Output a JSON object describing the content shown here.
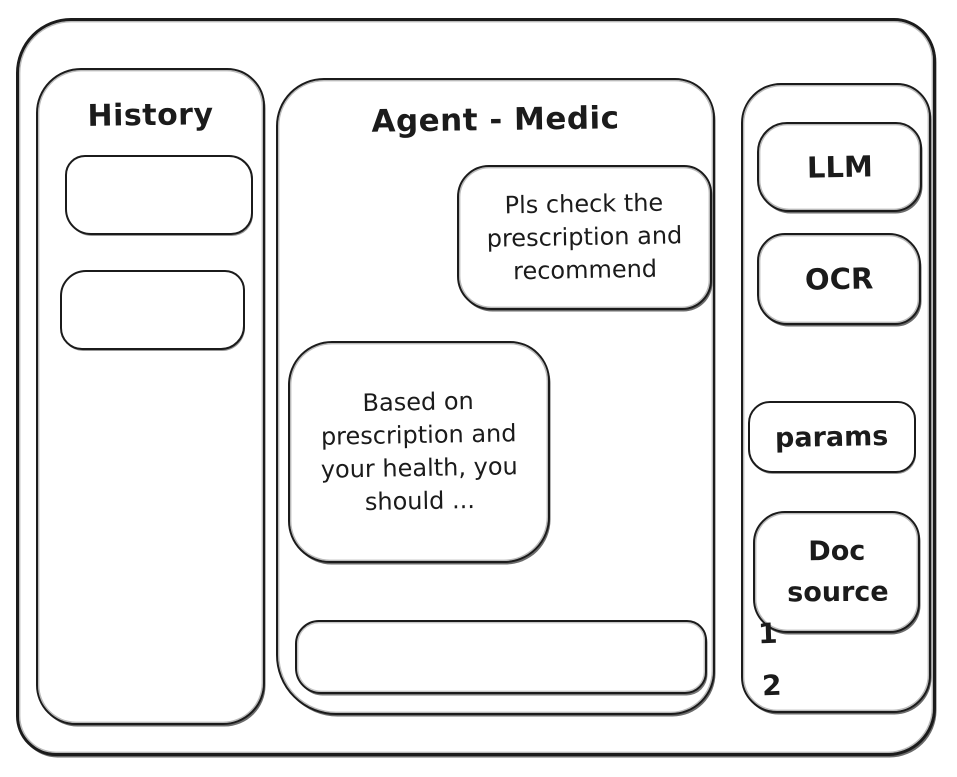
{
  "history_panel": {
    "title": "History",
    "items": [
      {
        "label": ""
      },
      {
        "label": ""
      }
    ]
  },
  "chat_panel": {
    "title": "Agent - Medic",
    "messages": [
      {
        "role": "user",
        "text": "Pls check the prescription and recommend"
      },
      {
        "role": "assistant",
        "text": "Based on prescription and your health, you should ..."
      }
    ],
    "input": {
      "value": "",
      "placeholder": ""
    }
  },
  "tools_panel": {
    "llm_label": "LLM",
    "ocr_label": "OCR",
    "params_label": "params",
    "doc_source_label": "Doc source",
    "doc_source_items": [
      "1",
      "2"
    ]
  },
  "colors": {
    "ink": "#1b1b1b",
    "canvas": "#ffffff"
  }
}
